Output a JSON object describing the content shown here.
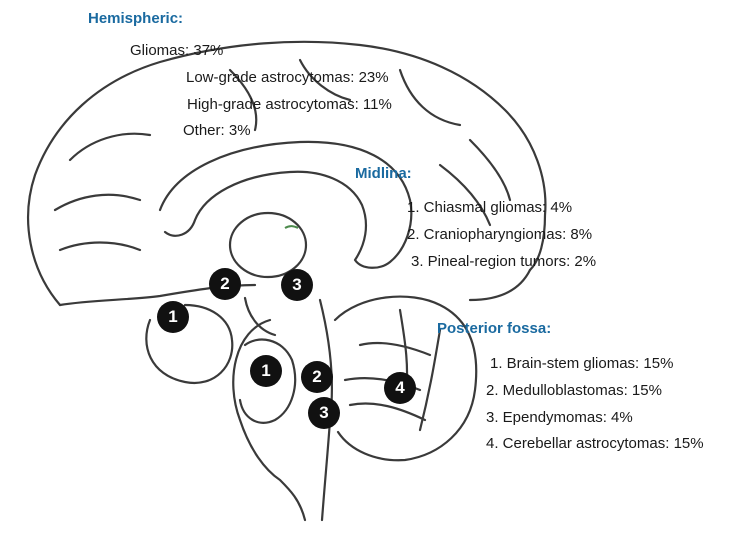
{
  "colors": {
    "heading": "#1a6aa0",
    "marker_fill": "#111111",
    "text": "#1a1a1a",
    "line": "#3a3a3a"
  },
  "hemispheric": {
    "title": "Hemispheric:",
    "items": [
      "Gliomas: 37%",
      "Low-grade astrocytomas: 23%",
      "High-grade astrocytomas: 11%",
      "Other: 3%"
    ]
  },
  "midline": {
    "title": "Midlina:",
    "items": [
      "1. Chiasmal gliomas: 4%",
      "2. Craniopharyngiomas: 8%",
      "3. Pineal-region tumors: 2%"
    ]
  },
  "posterior": {
    "title": "Posterior fossa:",
    "items": [
      "1. Brain-stem gliomas: 15%",
      "2. Medulloblastomas: 15%",
      "3. Ependymomas: 4%",
      "4. Cerebellar astrocytomas: 15%"
    ]
  },
  "markers": {
    "midline": [
      "1",
      "2",
      "3"
    ],
    "posterior": [
      "1",
      "2",
      "3",
      "4"
    ]
  }
}
